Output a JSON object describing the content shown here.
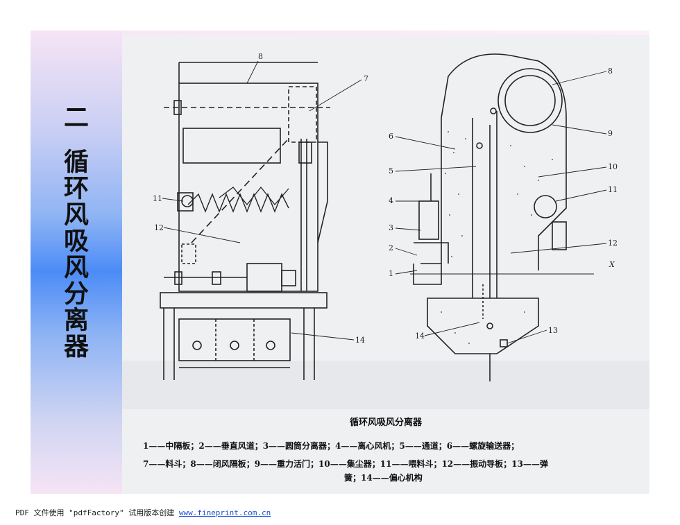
{
  "sidebar": {
    "number": "二",
    "title": "循环风吸风分离器"
  },
  "figure": {
    "caption_title": "循环风吸风分离器",
    "legend_line1": "1——中隔板；2——垂直风道；3——圆筒分离器；4——离心风机；5——通道；6——螺旋输送器；",
    "legend_line2": "7——料斗；8——闭风隔板；9——重力活门；10——集尘器；11——喂料斗；12——振动导板；13——弹",
    "legend_line3": "簧；14——偏心机构",
    "left_labels": [
      "8",
      "7",
      "11",
      "12",
      "14"
    ],
    "right_labels": [
      "6",
      "5",
      "4",
      "3",
      "2",
      "1",
      "14",
      "8",
      "9",
      "10",
      "11",
      "12",
      "X",
      "13"
    ]
  },
  "footer": {
    "prefix": "PDF 文件使用 \"pdfFactory\" 试用版本创建 ",
    "link": "www.fineprint.com.cn"
  }
}
